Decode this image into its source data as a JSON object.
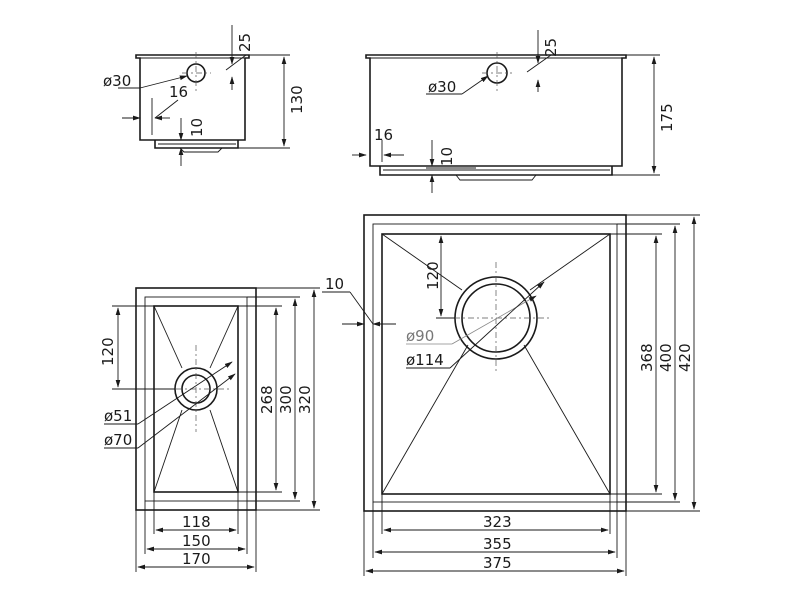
{
  "small_side_view": {
    "hole_diameter": "ø30",
    "hole_offset": "25",
    "flange_width": "16",
    "bottom_step": "10",
    "height": "130"
  },
  "large_side_view": {
    "hole_diameter": "ø30",
    "hole_offset": "25",
    "flange_width": "16",
    "bottom_step": "10",
    "height": "175"
  },
  "small_plan_view": {
    "drain_offset": "120",
    "drain_inner_diameter": "ø51",
    "drain_outer_diameter": "ø70",
    "inner_height": "268",
    "mid_height": "300",
    "outer_height": "320",
    "inner_width": "118",
    "mid_width": "150",
    "outer_width": "170"
  },
  "large_plan_view": {
    "rim_width": "10",
    "drain_offset": "120",
    "drain_inner_diameter": "ø90",
    "drain_outer_diameter": "ø114",
    "inner_height": "368",
    "mid_height": "400",
    "outer_height": "420",
    "inner_width": "323",
    "mid_width": "355",
    "outer_width": "375"
  }
}
